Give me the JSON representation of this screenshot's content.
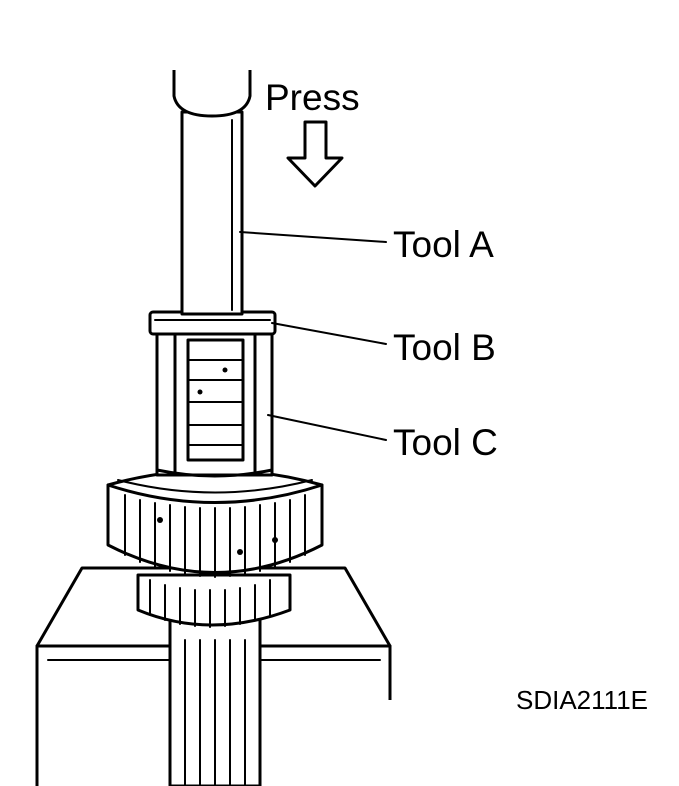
{
  "labels": {
    "press": "Press",
    "tool_a": "Tool A",
    "tool_b": "Tool B",
    "tool_c": "Tool C",
    "figure_code": "SDIA2111E"
  },
  "colors": {
    "ink": "#000000",
    "paper": "#ffffff"
  }
}
